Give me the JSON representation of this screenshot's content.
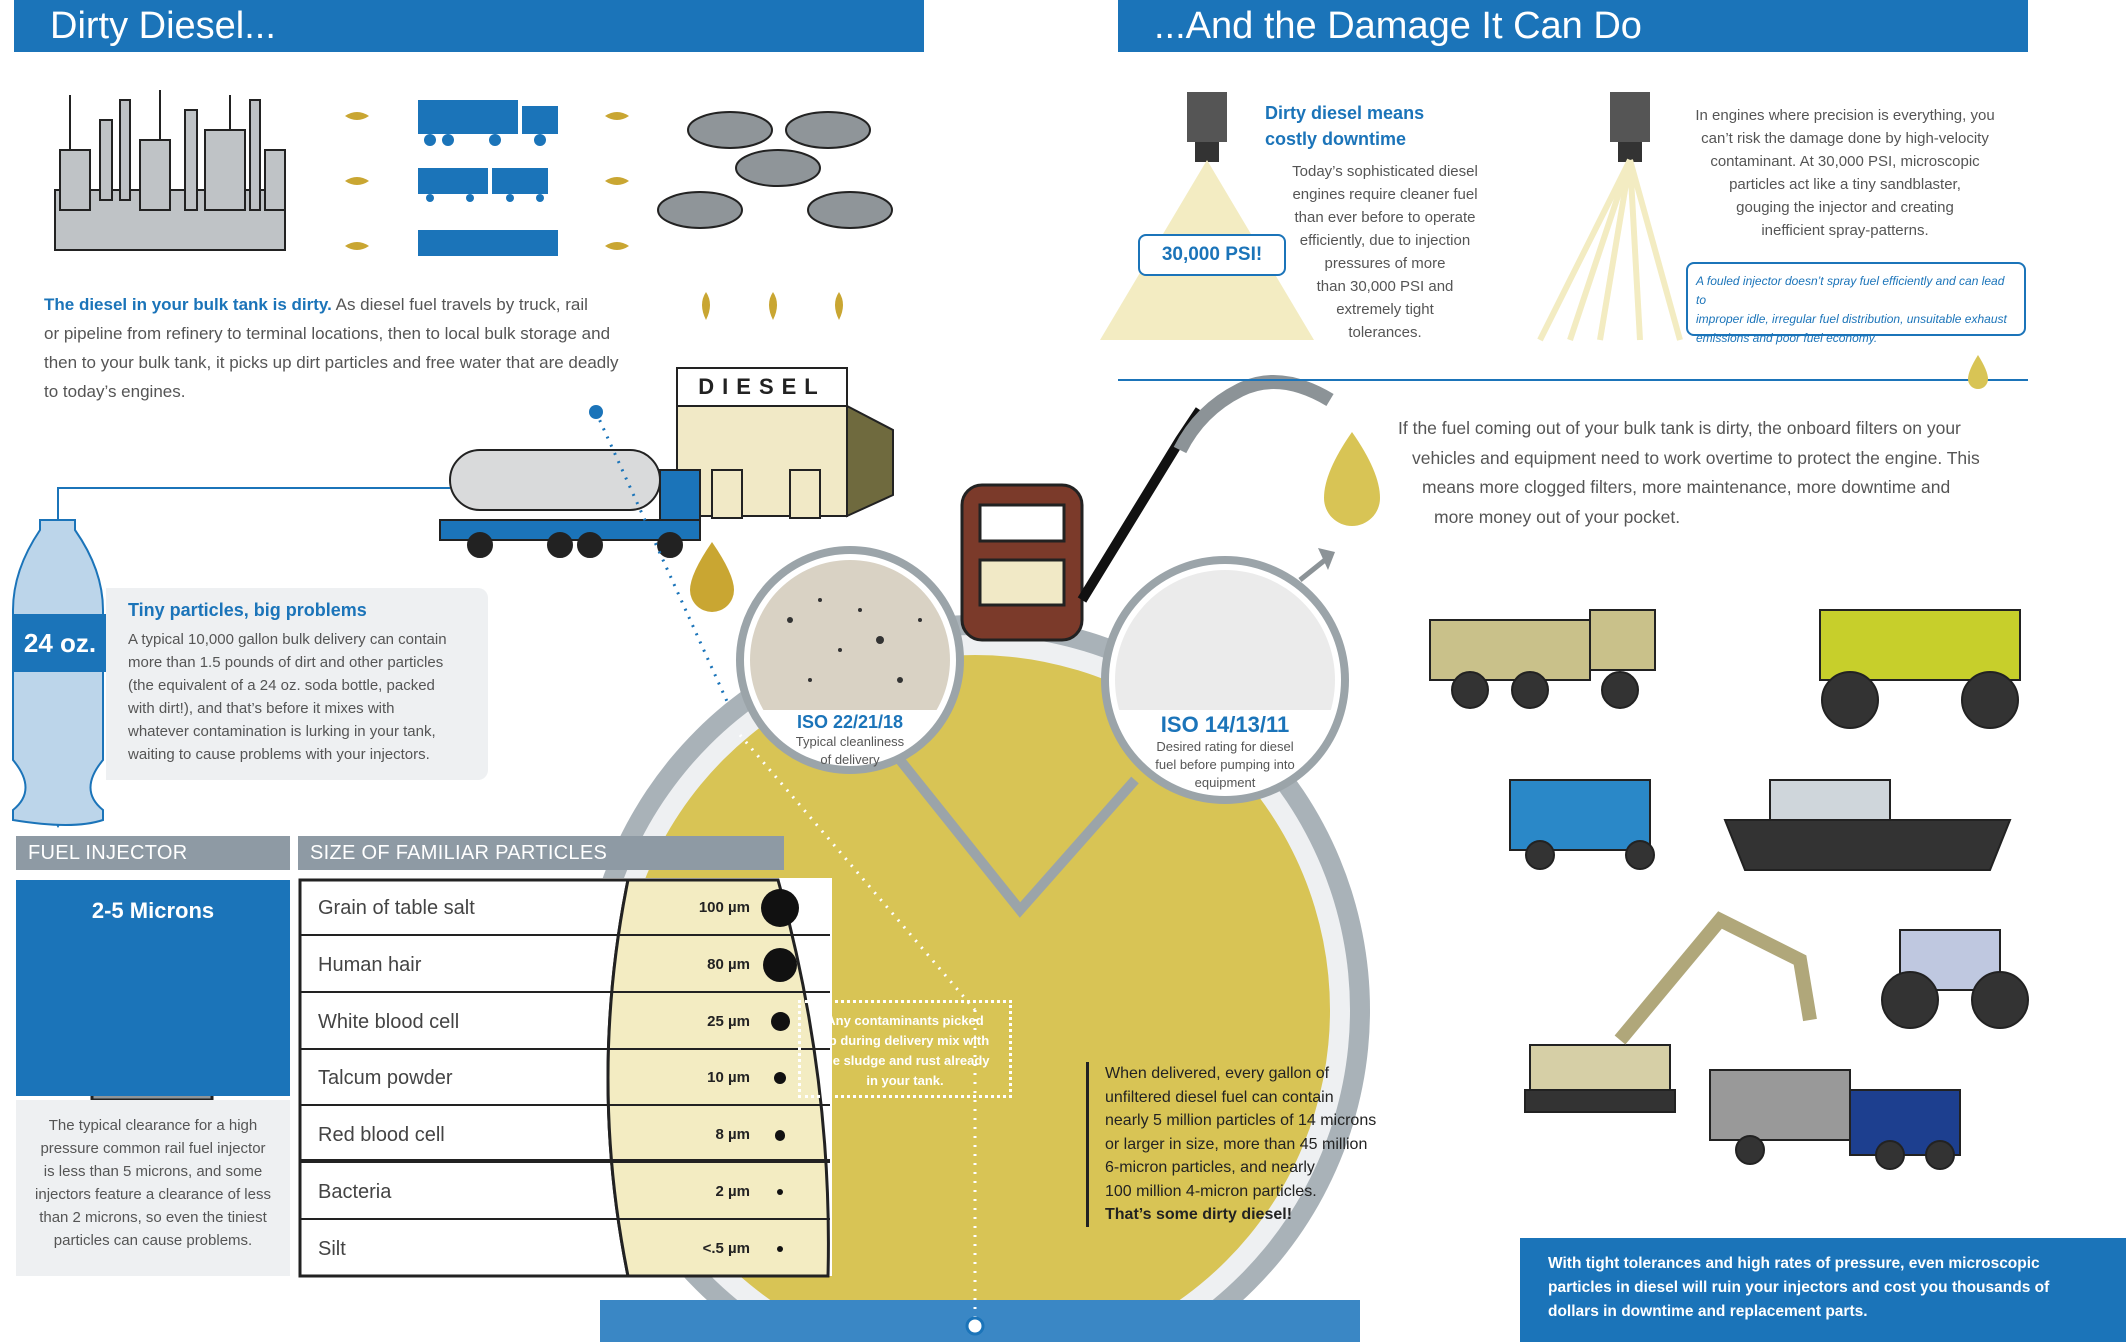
{
  "banners": {
    "left": "Dirty Diesel...",
    "right": "...And the Damage It Can Do"
  },
  "intro": {
    "lead": "The diesel in your bulk tank is dirty.",
    "body_lines": [
      "As diesel fuel travels by truck, rail",
      "or pipeline from refinery to terminal locations, then to local bulk storage and",
      "then to your bulk tank, it picks up dirt particles and free water that are deadly",
      "to today’s engines."
    ]
  },
  "station_sign": "DIESEL",
  "tiny_particles": {
    "bottle_label": "24 oz.",
    "title": "Tiny particles, big problems",
    "lines": [
      "A typical 10,000 gallon bulk delivery can contain",
      "more than 1.5 pounds of dirt and other particles",
      "(the equivalent of a 24 oz. soda bottle, packed",
      "with dirt!), and that’s before it mixes with",
      "whatever contamination is lurking in your tank,",
      "waiting to cause problems with your injectors."
    ]
  },
  "injector_clearance": {
    "header": "FUEL INJECTOR CLEARANCE",
    "microns": "2-5 Microns",
    "lines": [
      "The typical clearance for a high",
      "pressure common rail fuel injector",
      "is less than 5 microns, and some",
      "injectors feature a clearance of less",
      "than 2 microns, so even the tiniest",
      "particles can cause problems."
    ]
  },
  "particles": {
    "header": "SIZE OF FAMILIAR PARTICLES",
    "rows": [
      {
        "name": "Grain of table salt",
        "size": "100 µm",
        "diameter_um": 100
      },
      {
        "name": "Human hair",
        "size": "80 µm",
        "diameter_um": 80
      },
      {
        "name": "White blood cell",
        "size": "25 µm",
        "diameter_um": 25
      },
      {
        "name": "Talcum powder",
        "size": "10 µm",
        "diameter_um": 10
      },
      {
        "name": "Red blood cell",
        "size": "8 µm",
        "diameter_um": 8
      },
      {
        "name": "Bacteria",
        "size": "2 µm",
        "diameter_um": 2
      },
      {
        "name": "Silt",
        "size": "<.5 µm",
        "diameter_um": 0.5
      }
    ]
  },
  "iso_left": {
    "code": "ISO 22/21/18",
    "lines": [
      "Typical cleanliness",
      "of delivery"
    ]
  },
  "iso_right": {
    "code": "ISO 14/13/11",
    "lines": [
      "Desired rating for diesel",
      "fuel before pumping into",
      "equipment"
    ]
  },
  "tank_note": {
    "lines": [
      "Any contaminants picked",
      "up during delivery mix with",
      "the sludge and rust already",
      "in your tank."
    ]
  },
  "delivery_fact": {
    "lines": [
      "When delivered, every gallon of",
      "unfiltered diesel fuel can contain",
      "nearly 5 million particles of 14 microns",
      "or larger in size, more than 45 million",
      "6-micron particles, and nearly",
      "100 million 4-micron particles."
    ],
    "emphasis": "That’s some dirty diesel!"
  },
  "downtime": {
    "title_lines": [
      "Dirty diesel means",
      "costly downtime"
    ],
    "psi_badge": "30,000 PSI!",
    "lines": [
      "Today’s sophisticated diesel",
      "engines require cleaner fuel",
      "than ever before to operate",
      "efficiently, due to injection",
      "pressures of more",
      "than 30,000 PSI and",
      "extremely tight",
      "tolerances."
    ]
  },
  "precision": {
    "lines": [
      "In engines where precision is everything, you",
      "can’t risk the damage done by high-velocity",
      "contaminant. At 30,000 PSI, microscopic",
      "particles act like a tiny sandblaster,",
      "gouging the injector and creating",
      "inefficient spray-patterns."
    ],
    "callout_lines": [
      "A fouled injector doesn’t spray fuel efficiently and can lead to",
      "improper idle, irregular fuel distribution, unsuitable exhaust",
      "emissions and poor fuel economy."
    ]
  },
  "bulk_tank_paragraph": {
    "lines": [
      "If the fuel coming out of your bulk tank is dirty, the onboard filters on your",
      "vehicles and equipment need to work overtime to protect the engine. This",
      "means more clogged filters, more maintenance, more downtime and",
      "more money out of your pocket."
    ]
  },
  "footer_box": {
    "lines": [
      "With tight tolerances and high rates of pressure, even microscopic",
      "particles in diesel will ruin your injectors and cost you thousands of",
      "dollars in downtime and replacement parts."
    ]
  },
  "colors": {
    "brand_blue": "#1b74b9",
    "fuel_yellow": "#d8c455",
    "drop_gold": "#c9a632",
    "header_gray": "#8e9aa4"
  }
}
